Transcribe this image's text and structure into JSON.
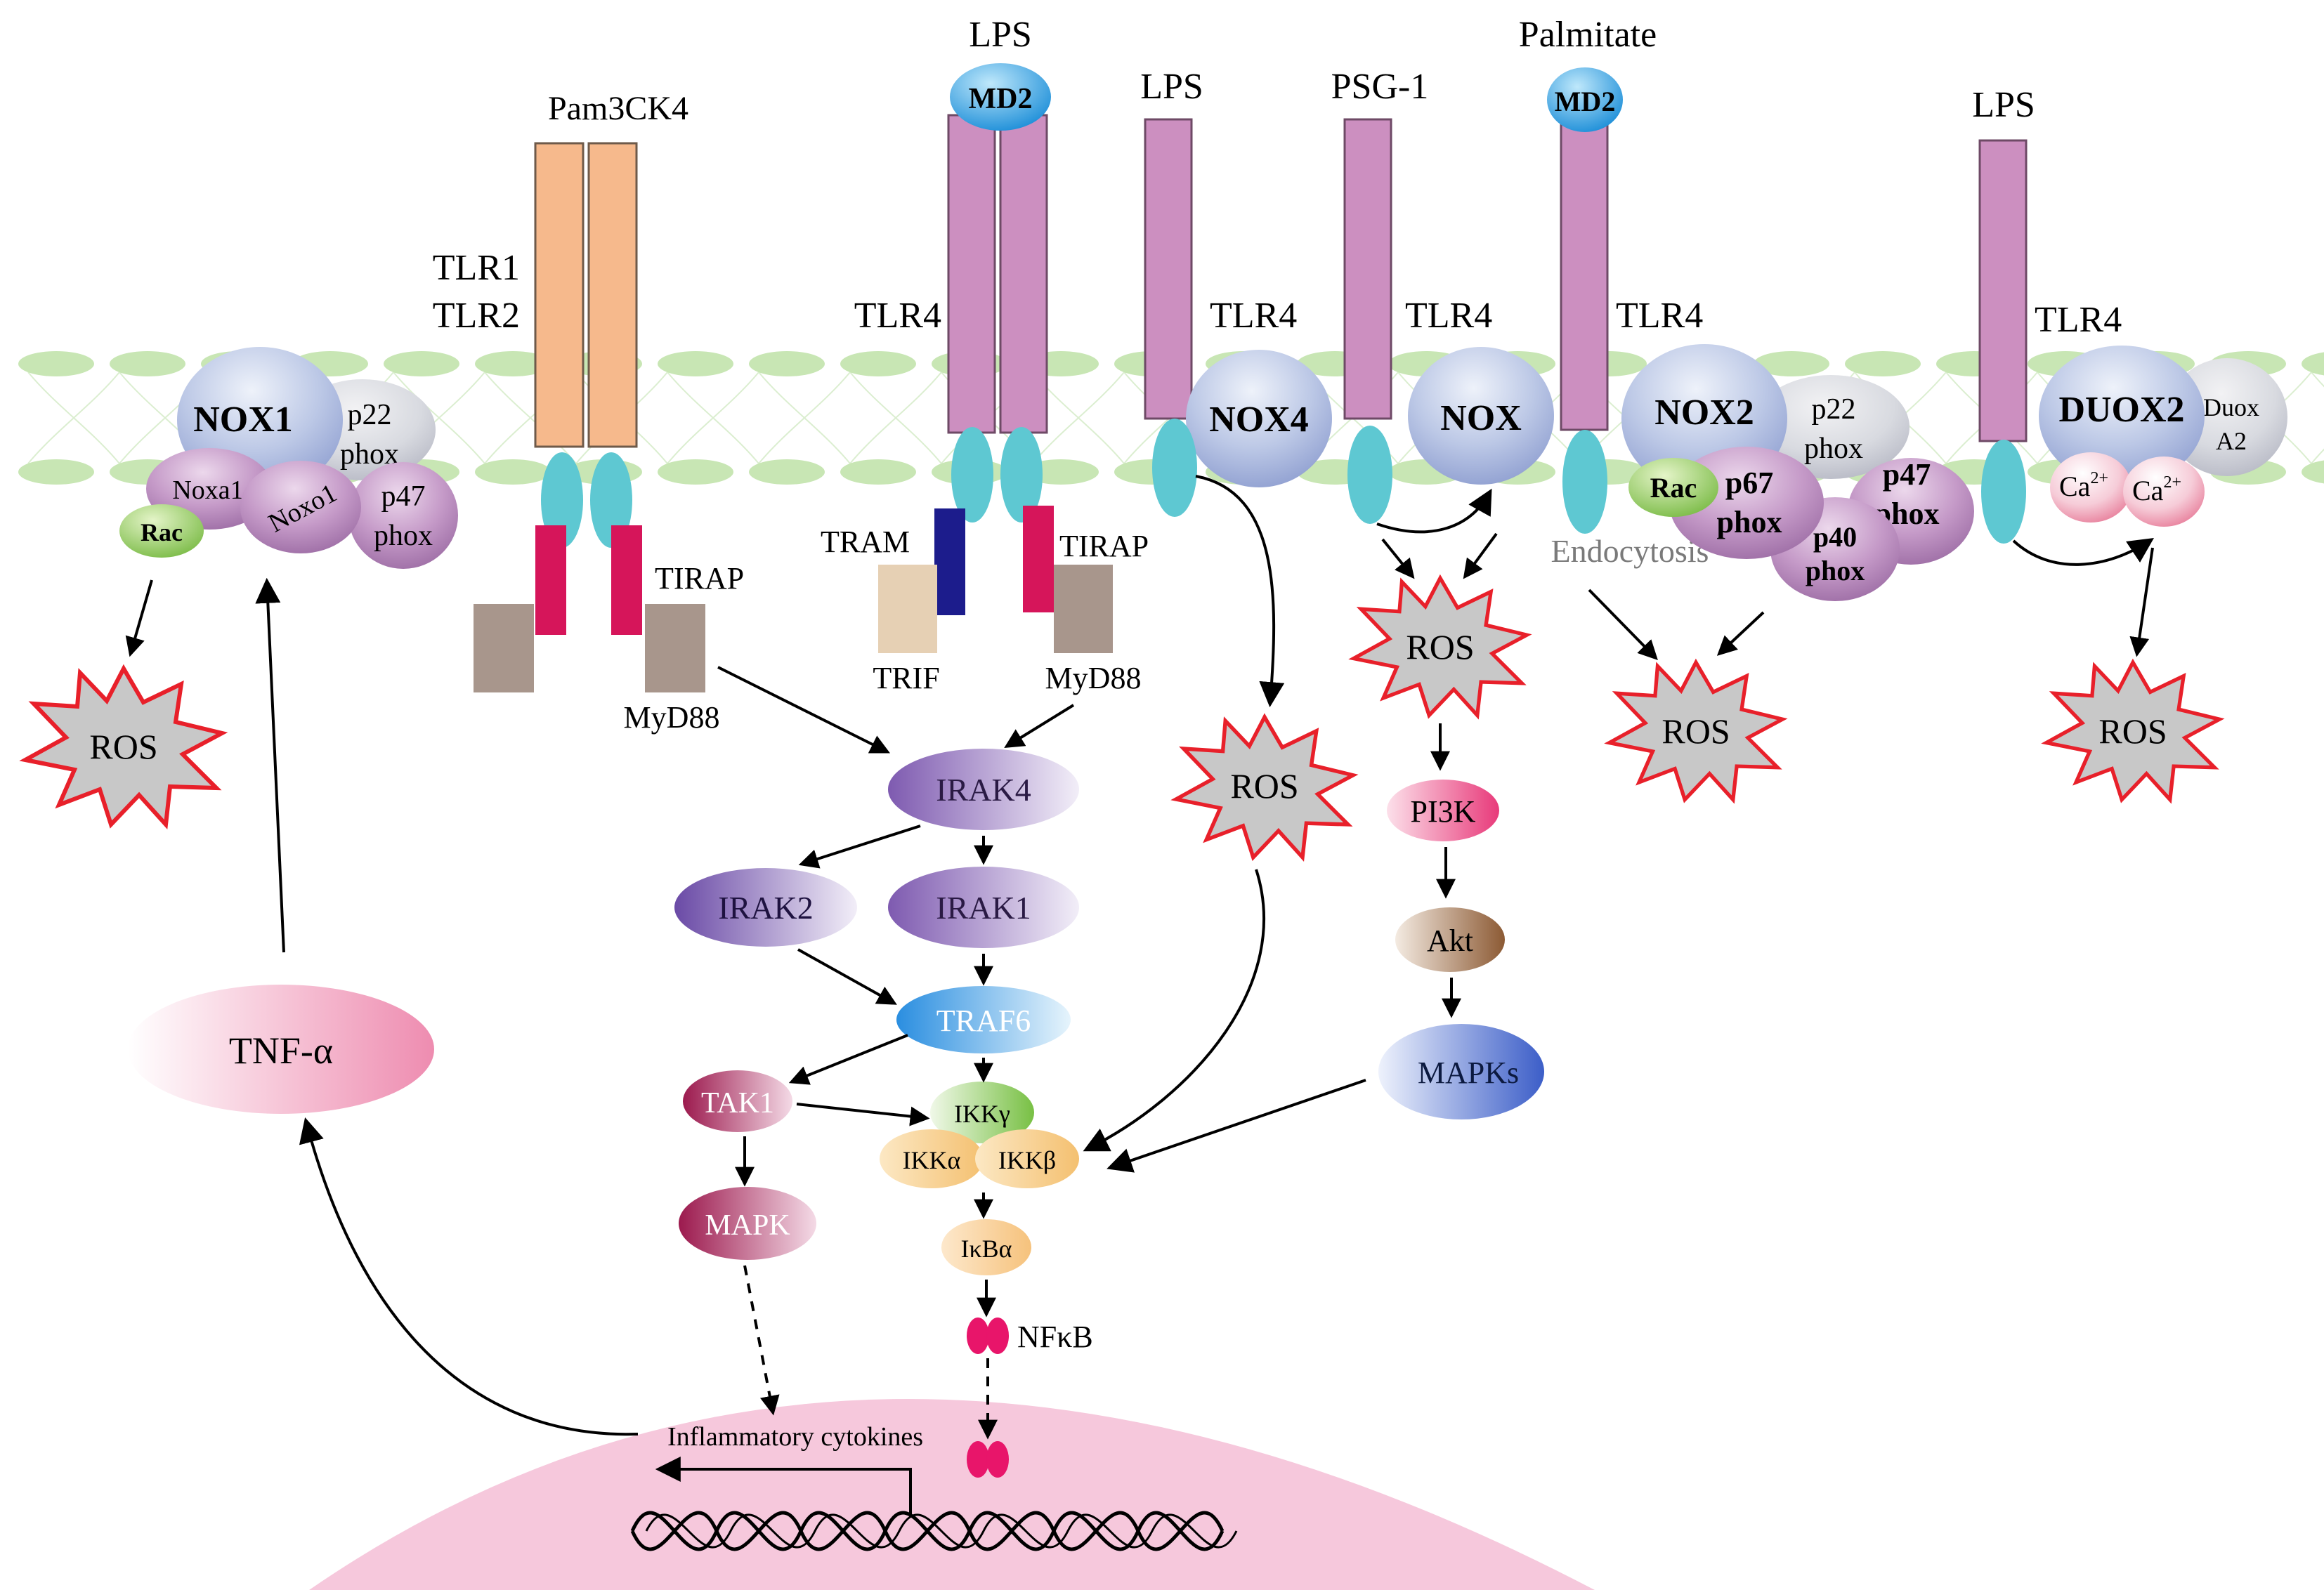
{
  "ligands": {
    "pam3ck4": "Pam3CK4",
    "lps_a": "LPS",
    "lps_b": "LPS",
    "psg1": "PSG-1",
    "palmitate": "Palmitate",
    "lps_c": "LPS"
  },
  "receptors": {
    "tlr1_tlr2_line1": "TLR1",
    "tlr1_tlr2_line2": "TLR2",
    "tlr4_a": "TLR4",
    "tlr4_b": "TLR4",
    "tlr4_c": "TLR4",
    "tlr4_d": "TLR4",
    "tlr4_e": "TLR4"
  },
  "co_receptors": {
    "md2_a": "MD2",
    "md2_b": "MD2"
  },
  "nox_complexes": {
    "nox1": {
      "name": "NOX1",
      "p22": [
        "p22",
        "phox"
      ],
      "p47": [
        "p47",
        "phox"
      ],
      "noxa1": "Noxa1",
      "noxo1": "Noxo1",
      "rac": "Rac"
    },
    "nox4": {
      "name": "NOX4"
    },
    "nox": {
      "name": "NOX"
    },
    "nox2": {
      "name": "NOX2",
      "p22": [
        "p22",
        "phox"
      ],
      "rac": "Rac",
      "p67": [
        "p67",
        "phox"
      ],
      "p47": [
        "p47",
        "phox"
      ],
      "p40": [
        "p40",
        "phox"
      ]
    },
    "duox2": {
      "name": "DUOX2",
      "duoxa2": [
        "Duox",
        "A2"
      ],
      "ca": "Ca",
      "ca_charge": "2+"
    }
  },
  "adaptors": {
    "tirap_a": "TIRAP",
    "myd88_a": "MyD88",
    "tram": "TRAM",
    "tirap_b": "TIRAP",
    "trif": "TRIF",
    "myd88_b": "MyD88"
  },
  "annotations": {
    "endocytosis": "Endocytosis"
  },
  "ros_label": "ROS",
  "signaling": {
    "irak4": "IRAK4",
    "irak2": "IRAK2",
    "irak1": "IRAK1",
    "traf6": "TRAF6",
    "tak1": "TAK1",
    "mapk": "MAPK",
    "ikk_gamma": "IKKγ",
    "ikk_alpha": "IKKα",
    "ikk_beta": "IKKβ",
    "ikb_alpha": "IκBα",
    "nfkb": "NFκB",
    "pi3k": "PI3K",
    "akt": "Akt",
    "mapks": "MAPKs",
    "tnf_alpha": "TNF-α",
    "inflammatory_cytokines": "Inflammatory cytokines"
  },
  "colors": {
    "membrane": "#c8e6b4",
    "tlr2_orange": "#f6b98c",
    "tlr4_mauve": "#cc8fc0",
    "tir_cyan": "#5ec8d2",
    "tirap_crimson": "#d6155a",
    "tram_navy": "#1c1c8c",
    "trif_beige": "#e6d0b4",
    "myd88_taupe": "#a8968c",
    "md2_blue": "#2aa6e2",
    "ros_outline": "#e8202a",
    "ros_fill": "#c8c8c8",
    "nucleus": "#f6c8dc",
    "nfkb": "#e8156a"
  },
  "icons": [
    "ros-burst-icon",
    "dna-helix-icon",
    "nfkb-dimer-icon"
  ]
}
